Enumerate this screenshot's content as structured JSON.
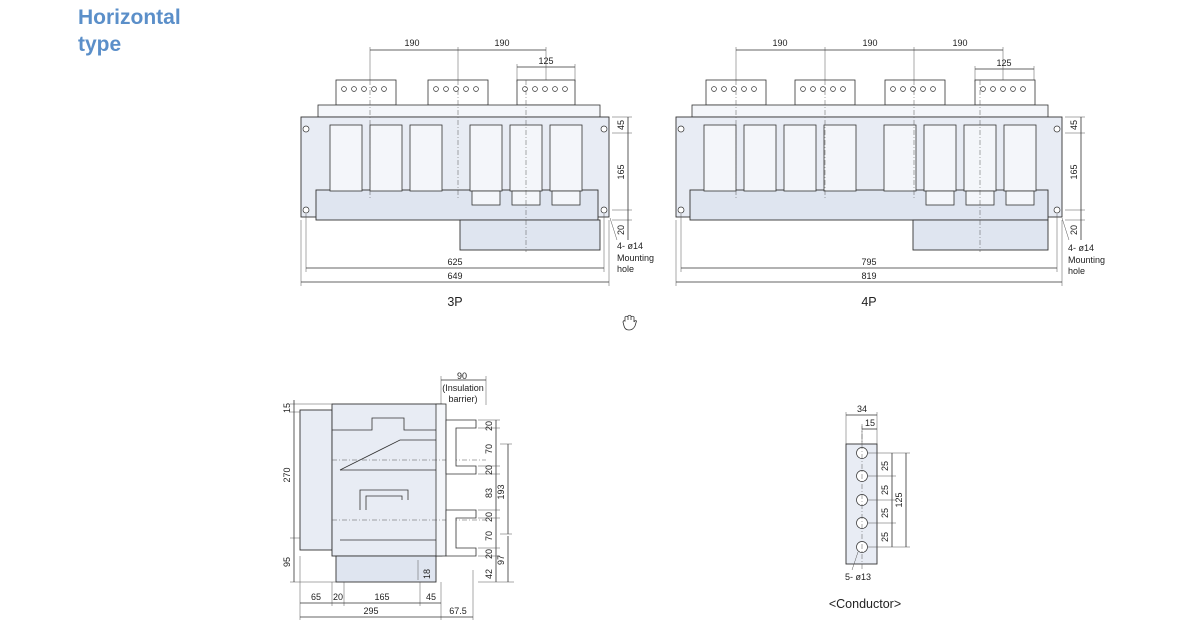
{
  "heading": {
    "line1": "Horizontal",
    "line2": "type"
  },
  "diagram_3p": {
    "caption": "3P",
    "dims": {
      "pitch_a": "190",
      "pitch_b": "190",
      "term": "125",
      "width_inner": "625",
      "width_outer": "649",
      "h_top": "45",
      "h_mid": "165",
      "h_bot": "20"
    },
    "mount_note": {
      "line1": "4- ø14",
      "line2": "Mounting",
      "line3": "hole"
    }
  },
  "diagram_4p": {
    "caption": "4P",
    "dims": {
      "pitch_a": "190",
      "pitch_b": "190",
      "pitch_c": "190",
      "term": "125",
      "width_inner": "795",
      "width_outer": "819",
      "h_top": "45",
      "h_mid": "165",
      "h_bot": "20"
    },
    "mount_note": {
      "line1": "4- ø14",
      "line2": "Mounting",
      "line3": "hole"
    }
  },
  "side_view": {
    "top": {
      "d90": "90",
      "barrier1": "(Insulation",
      "barrier2": "barrier)"
    },
    "left": {
      "d15": "15",
      "d270": "270",
      "d95": "95"
    },
    "right": {
      "r1": "20",
      "r2": "70",
      "r3": "20",
      "r4": "83",
      "r5": "20",
      "r6": "70",
      "r7": "20",
      "r8": "42",
      "r193": "193",
      "r97": "97"
    },
    "inner": {
      "d18": "18"
    },
    "bottom": {
      "b65": "65",
      "b20": "20",
      "b165": "165",
      "b45": "45",
      "b295": "295",
      "b675": "67.5"
    }
  },
  "conductor": {
    "caption": "<Conductor>",
    "dims": {
      "w34": "34",
      "w15": "15",
      "p1": "25",
      "p2": "25",
      "p3": "25",
      "p4": "25",
      "h125": "125"
    },
    "holes": "5- ø13"
  }
}
